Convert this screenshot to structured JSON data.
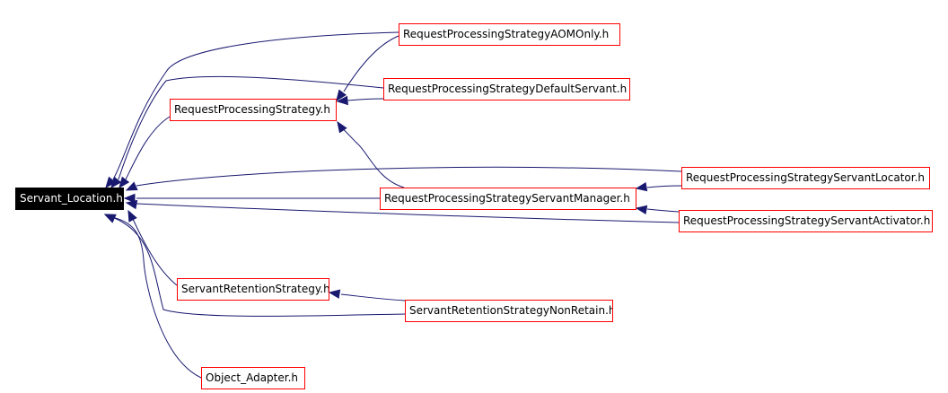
{
  "graph": {
    "edge_color": "#191970",
    "node_border_color": "#ff0000",
    "root_fill": "#000000",
    "root_text_color": "#ffffff",
    "nodes": {
      "servant_location": "Servant_Location.h",
      "rps_aom_only": "RequestProcessingStrategyAOMOnly.h",
      "rps_default_servant": "RequestProcessingStrategyDefaultServant.h",
      "rps": "RequestProcessingStrategy.h",
      "rps_servant_locator": "RequestProcessingStrategyServantLocator.h",
      "rps_servant_manager": "RequestProcessingStrategyServantManager.h",
      "rps_servant_activator": "RequestProcessingStrategyServantActivator.h",
      "servant_retention_strategy": "ServantRetentionStrategy.h",
      "srs_non_retain": "ServantRetentionStrategyNonRetain.h",
      "object_adapter": "Object_Adapter.h"
    },
    "edges": [
      {
        "from": "rps_aom_only",
        "to": "servant_location"
      },
      {
        "from": "rps_default_servant",
        "to": "servant_location"
      },
      {
        "from": "rps",
        "to": "servant_location"
      },
      {
        "from": "rps_servant_locator",
        "to": "servant_location"
      },
      {
        "from": "rps_servant_manager",
        "to": "servant_location"
      },
      {
        "from": "rps_servant_activator",
        "to": "servant_location"
      },
      {
        "from": "servant_retention_strategy",
        "to": "servant_location"
      },
      {
        "from": "srs_non_retain",
        "to": "servant_location"
      },
      {
        "from": "object_adapter",
        "to": "servant_location"
      },
      {
        "from": "rps_aom_only",
        "to": "rps"
      },
      {
        "from": "rps_default_servant",
        "to": "rps"
      },
      {
        "from": "rps_servant_manager",
        "to": "rps"
      },
      {
        "from": "rps_servant_locator",
        "to": "rps_servant_manager"
      },
      {
        "from": "rps_servant_activator",
        "to": "rps_servant_manager"
      },
      {
        "from": "srs_non_retain",
        "to": "servant_retention_strategy"
      }
    ]
  }
}
